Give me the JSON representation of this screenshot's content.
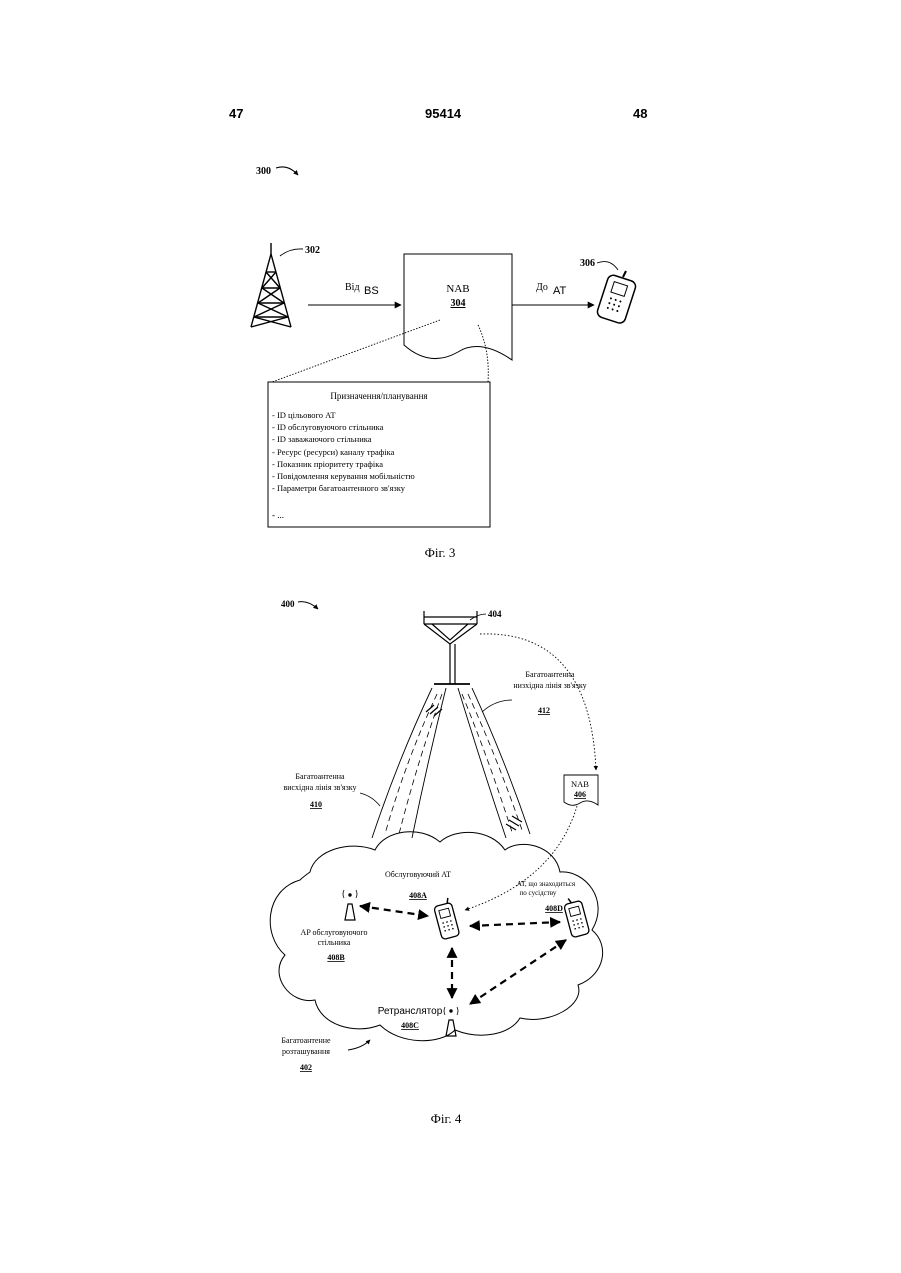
{
  "header": {
    "left_page": "47",
    "patent_number": "95414",
    "right_page": "48"
  },
  "fig3": {
    "ref_300": "300",
    "ref_302": "302",
    "ref_306": "306",
    "from_label": "Від",
    "from_bs": "BS",
    "to_label": "До",
    "to_at": "AT",
    "nab_label": "NAB",
    "nab_ref": "304",
    "box_title": "Призначення/планування",
    "items": [
      "- ID цільового AT",
      "- ID обслуговуючого стільника",
      "- ID заважаючого стільника",
      "- Ресурс (ресурси) каналу трафіка",
      "- Показник пріоритету трафіка",
      "- Повідомлення керування мобільністю",
      "- Параметри багатоантенного зв'язку"
    ],
    "ellipsis": "- ...",
    "caption": "Фіг. 3"
  },
  "fig4": {
    "ref_400": "400",
    "ref_404": "404",
    "downlink_line1": "Багатоантенна",
    "downlink_line2": "низхідна лінія зв'язку",
    "downlink_ref": "412",
    "uplink_line1": "Багатоантенна",
    "uplink_line2": "висхідна лінія зв'язку",
    "uplink_ref": "410",
    "nab_label": "NAB",
    "nab_ref": "406",
    "serving_at_label": "Обслуговуючий AT",
    "serving_at_ref": "408A",
    "neighbor_at_line1": "AT, що знаходиться",
    "neighbor_at_line2": "по сусідству",
    "neighbor_at_ref": "408D",
    "ap_line1": "AP обслуговуючого",
    "ap_line2": "стільника",
    "ap_ref": "408B",
    "relay_label": "Ретранслятор",
    "relay_ref": "408C",
    "deploy_line1": "Багатоантенне",
    "deploy_line2": "розташування",
    "deploy_ref": "402",
    "caption": "Фіг. 4"
  }
}
